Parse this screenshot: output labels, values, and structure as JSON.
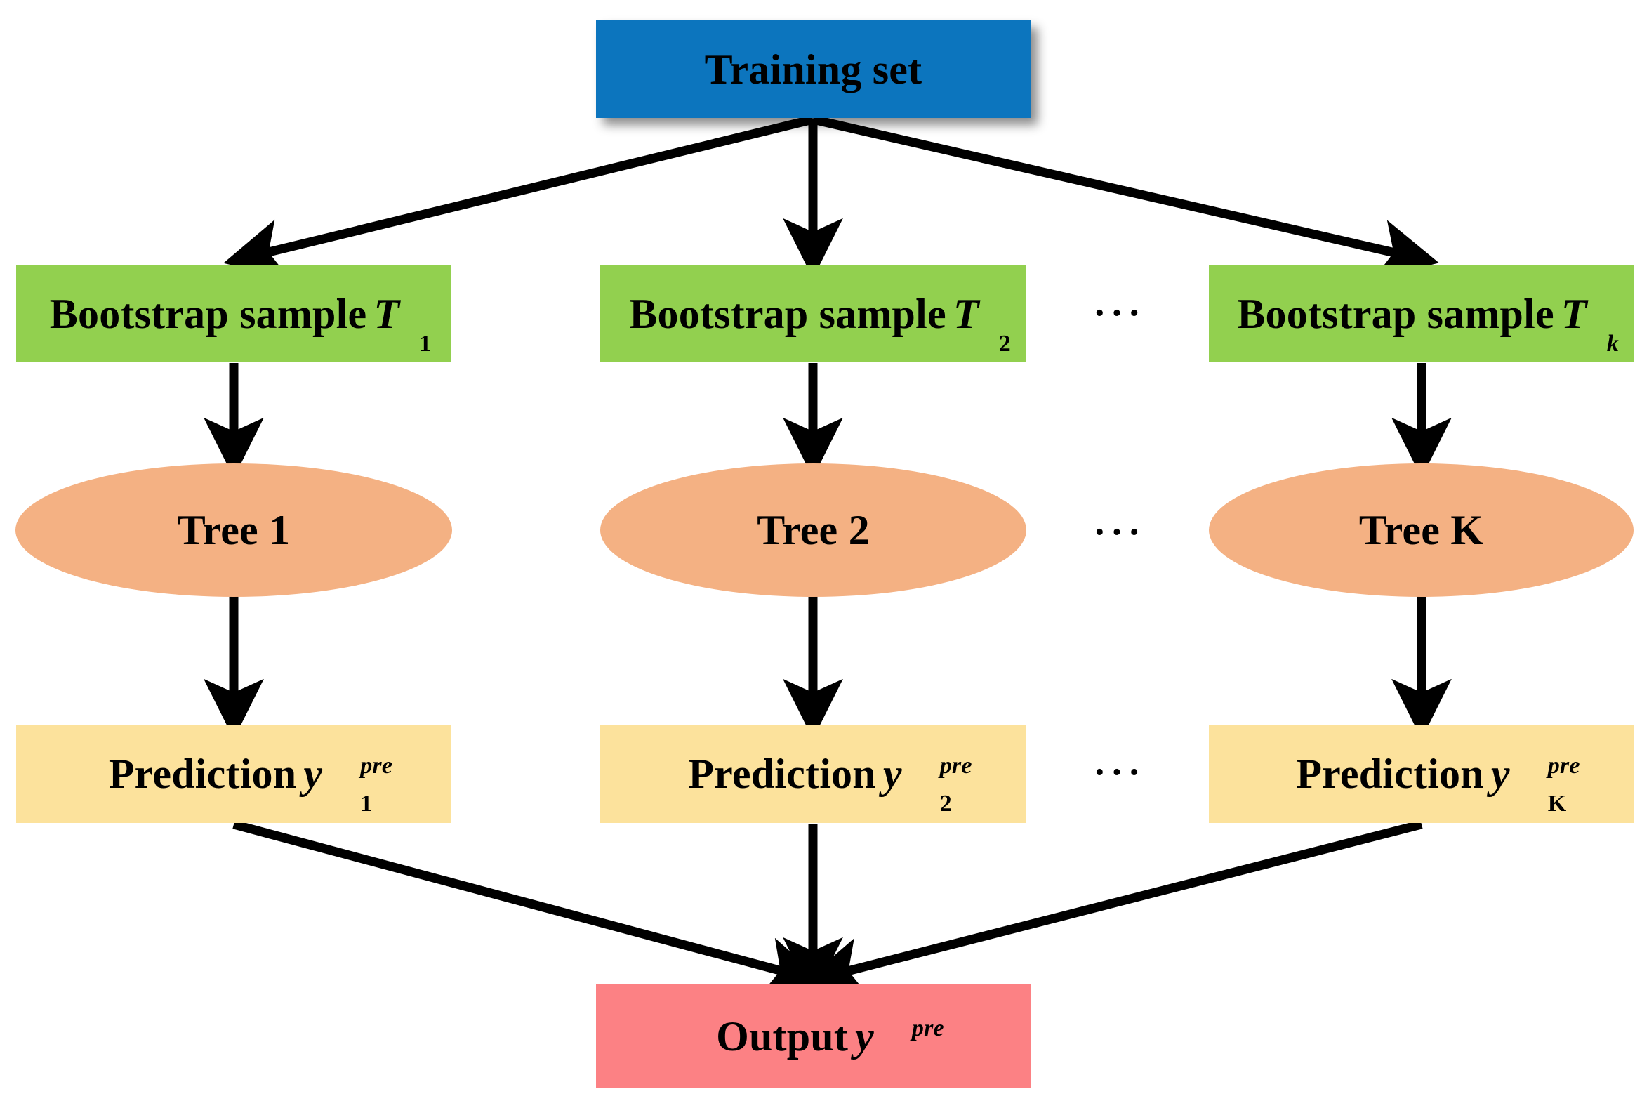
{
  "diagram": {
    "title": "Random Forest ensemble flow diagram",
    "background": "#ffffff",
    "colors": {
      "training_set": "#0C75BE",
      "bootstrap": "#92D04F",
      "tree": "#F4B183",
      "prediction": "#FCE29C",
      "output": "#FC8184",
      "arrow": "#000000",
      "text": "#000000"
    },
    "nodes": {
      "training_set": {
        "label": "Training set"
      },
      "bootstrap": [
        {
          "label": "Bootstrap sample",
          "var": "T",
          "sub": "1",
          "sub_italic": false
        },
        {
          "label": "Bootstrap sample",
          "var": "T",
          "sub": "2",
          "sub_italic": false
        },
        {
          "label": "Bootstrap sample",
          "var": "T",
          "sub": "k",
          "sub_italic": true
        }
      ],
      "trees": [
        {
          "label": "Tree 1"
        },
        {
          "label": "Tree 2"
        },
        {
          "label": "Tree K"
        }
      ],
      "predictions": [
        {
          "label": "Prediction",
          "var": "y",
          "sup": "pre",
          "sub": "1",
          "sub_italic": false
        },
        {
          "label": "Prediction",
          "var": "y",
          "sup": "pre",
          "sub": "2",
          "sub_italic": false
        },
        {
          "label": "Prediction",
          "var": "y",
          "sup": "pre",
          "sub": "K",
          "sub_italic": false
        }
      ],
      "output": {
        "label": "Output",
        "var": "y",
        "sup": "pre"
      }
    },
    "ellipsis": {
      "glyph": "···",
      "rows": [
        "bootstrap-row",
        "tree-row",
        "prediction-row"
      ]
    }
  }
}
